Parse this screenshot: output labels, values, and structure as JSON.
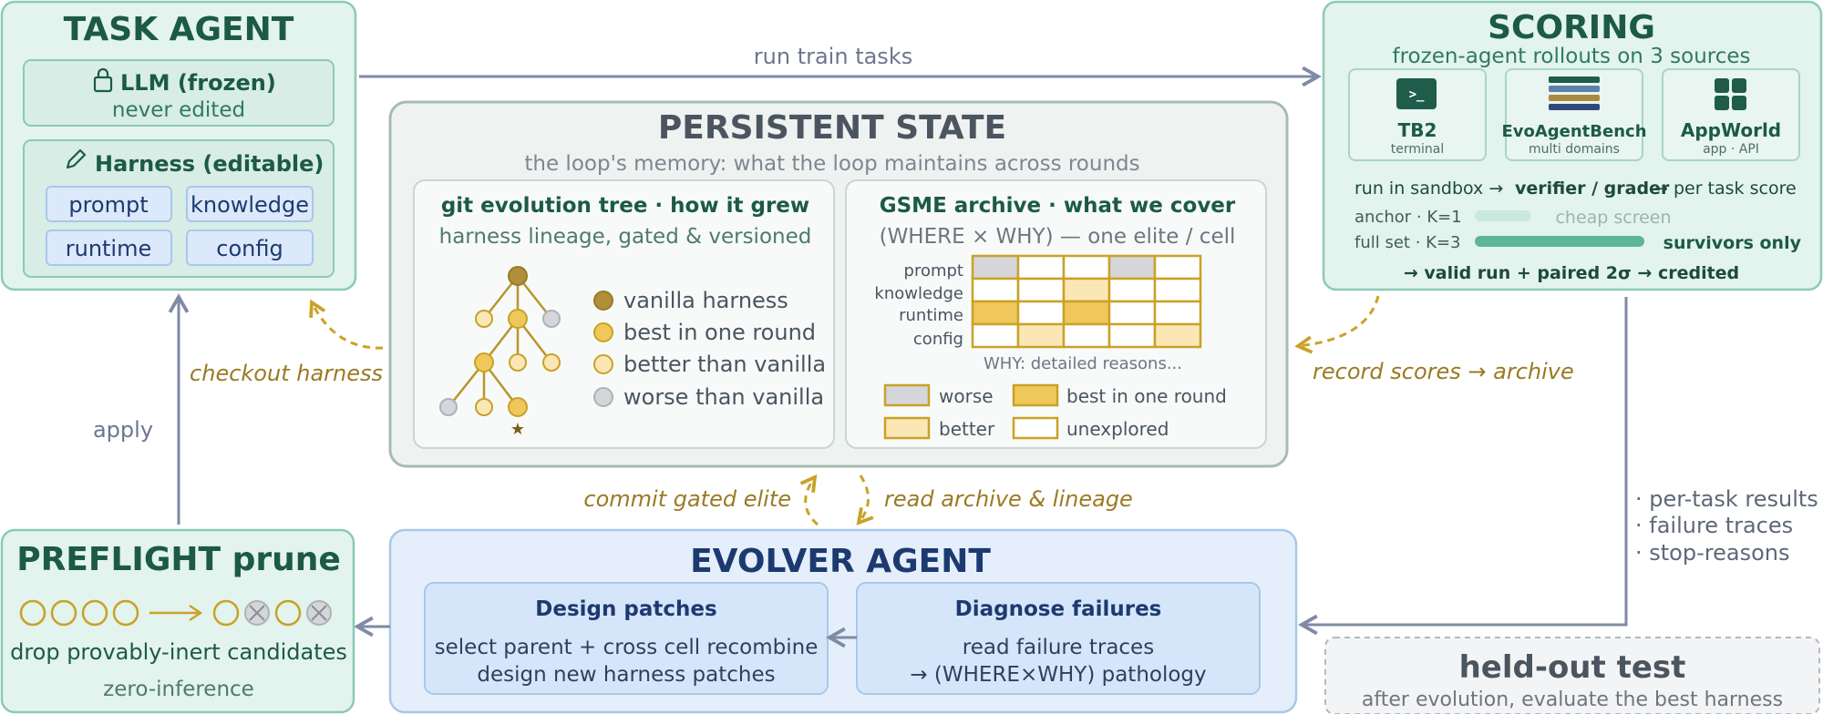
{
  "task_agent": {
    "title": "TASK AGENT",
    "llm_title": "LLM (frozen)",
    "llm_sub": "never edited",
    "harness_title": "Harness (editable)",
    "chips": [
      "prompt",
      "knowledge",
      "runtime",
      "config"
    ]
  },
  "flows": {
    "run_train": "run train tasks",
    "apply": "apply",
    "checkout": "checkout harness",
    "record": "record scores → archive",
    "commit": "commit gated elite",
    "read": "read archive & lineage",
    "results": [
      "· per-task results",
      "· failure traces",
      "· stop-reasons"
    ]
  },
  "scoring": {
    "title": "SCORING",
    "subtitle": "frozen-agent rollouts on 3 sources",
    "sources": [
      {
        "name": "TB2",
        "sub": "terminal",
        "icon": "terminal-icon"
      },
      {
        "name": "EvoAgentBench",
        "sub": "multi domains",
        "icon": "stack-icon"
      },
      {
        "name": "AppWorld",
        "sub": "app · API",
        "icon": "grid-icon"
      }
    ],
    "sandbox_label": "run in sandbox →",
    "verifier_label": "verifier / grader",
    "per_task_label": "→ per task score",
    "anchor_label": "anchor · K=1",
    "cheap_label": "cheap screen",
    "fullset_label": "full set · K=3",
    "survivors_label": "survivors only",
    "credited_label": "→ valid run + paired 2σ → credited",
    "colors": {
      "fill": "#e3f3ee",
      "border": "#8ccab6",
      "bar": "#5db59a",
      "bar_light": "#c9e8de"
    }
  },
  "persistent": {
    "title": "PERSISTENT STATE",
    "subtitle": "the loop's memory: what the loop maintains across rounds",
    "git": {
      "title": "git evolution tree · how it grew",
      "subtitle": "harness lineage, gated & versioned",
      "legend": [
        "vanilla harness",
        "best in one round",
        "better than vanilla",
        "worse than vanilla"
      ]
    },
    "gsme": {
      "title": "GSME archive · what we cover",
      "subtitle": "(WHERE × WHY) — one elite / cell",
      "rows": [
        "prompt",
        "knowledge",
        "runtime",
        "config"
      ],
      "grid": [
        [
          "worse",
          "unexplored",
          "unexplored",
          "worse",
          "unexplored"
        ],
        [
          "unexplored",
          "unexplored",
          "better",
          "unexplored",
          "unexplored"
        ],
        [
          "best",
          "unexplored",
          "best",
          "unexplored",
          "unexplored"
        ],
        [
          "unexplored",
          "better",
          "unexplored",
          "unexplored",
          "better"
        ]
      ],
      "why_label": "WHY: detailed reasons...",
      "legend": [
        {
          "key": "worse",
          "label": "worse"
        },
        {
          "key": "best",
          "label": "best in one round"
        },
        {
          "key": "better",
          "label": "better"
        },
        {
          "key": "unexplored",
          "label": "unexplored"
        }
      ]
    }
  },
  "evolver": {
    "title": "EVOLVER AGENT",
    "design": {
      "title": "Design patches",
      "lines": [
        "select parent + cross cell recombine",
        "design new harness patches"
      ]
    },
    "diagnose": {
      "title": "Diagnose failures",
      "lines": [
        "read failure traces",
        "→ (WHERE×WHY) pathology"
      ]
    }
  },
  "preflight": {
    "title": "PREFLIGHT prune",
    "sub1": "drop provably-inert candidates",
    "sub2": "zero-inference"
  },
  "heldout": {
    "title": "held-out test",
    "sub": "after evolution, evaluate the best harness"
  },
  "colors": {
    "green_fill": "#e3f3ee",
    "green_border": "#8ccab6",
    "green_text": "#1c5a47",
    "gold": "#c9a227",
    "gold_text": "#9a7a23",
    "gold_fill": "#f0c75a",
    "gold_light": "#fbe7b6",
    "vanilla": "#b08e3a",
    "gray": "#d4d6da",
    "blue_fill": "#e5effb",
    "blue_border": "#a8c8ea",
    "navy": "#1d3a70",
    "arrow": "#7f8aa6",
    "state_fill": "#eef3f1",
    "state_border": "#a8bbb3"
  }
}
